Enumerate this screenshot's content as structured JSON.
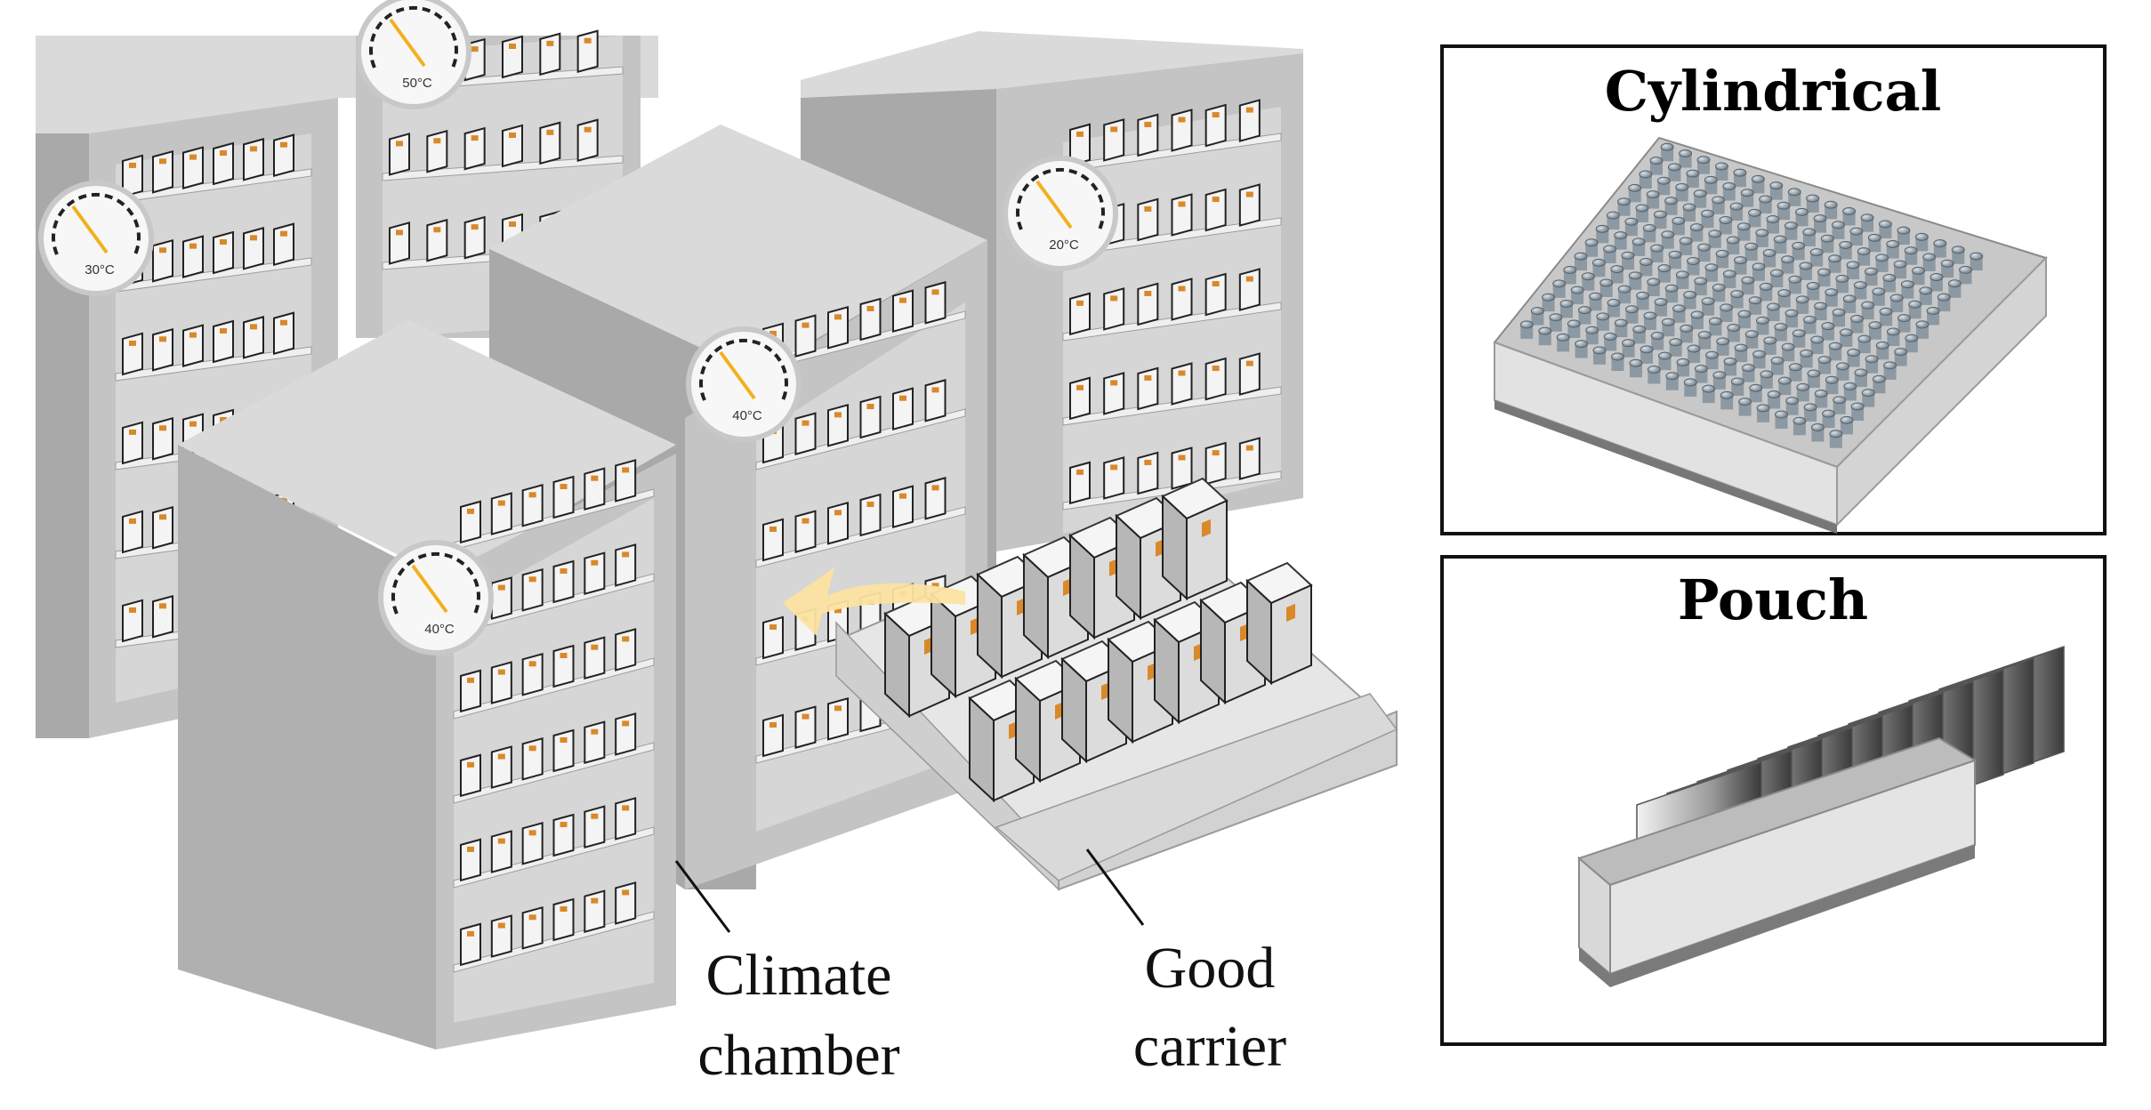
{
  "chambers": [
    {
      "id": "back-left",
      "temperature": "30°C"
    },
    {
      "id": "back-top",
      "temperature": "50°C"
    },
    {
      "id": "back-right",
      "temperature": "20°C"
    },
    {
      "id": "middle",
      "temperature": "40°C"
    },
    {
      "id": "front",
      "temperature": "40°C"
    }
  ],
  "labels": {
    "climate_chamber": [
      "Climate",
      "chamber"
    ],
    "good_carrier": [
      "Good",
      "carrier"
    ]
  },
  "panels": {
    "cylindrical": {
      "title": "Cylindrical"
    },
    "pouch": {
      "title": "Pouch"
    }
  },
  "colors": {
    "chamber_front": "#c2c2c2",
    "chamber_top": "#dadada",
    "chamber_side": "#a9a9a9",
    "gauge_needle": "#f2b01e",
    "arrow": "#fbe3a0",
    "cell_tab": "#d9892a"
  }
}
